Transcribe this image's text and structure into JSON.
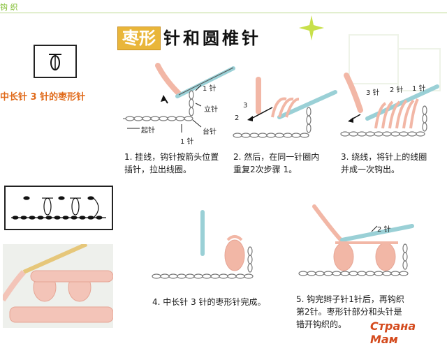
{
  "header": {
    "section_tag": "钩 织"
  },
  "title": {
    "highlight": "枣形",
    "rest": "针和圆椎针"
  },
  "subtitle": "中长针 3 针的枣形针",
  "labels": {
    "step1": {
      "one_stitch": "1 针",
      "stand": "立针",
      "start": "起针",
      "base": "台针",
      "one_stitch_b": "1 针"
    },
    "step2": {
      "three": "3",
      "two": "2"
    },
    "step3": {
      "three": "3 针",
      "two": "2 针",
      "one": "1 针"
    },
    "step5": {
      "two": "2 针"
    }
  },
  "steps": [
    {
      "line1": "1. 挂线，钩针按箭头位置",
      "line2": "插针，拉出线圈。"
    },
    {
      "line1": "2. 然后，在同一针圈内",
      "line2": "重复2次步骤 1。"
    },
    {
      "line1": "3. 绕线，将针上的线圈",
      "line2": "并成一次钩出。"
    },
    {
      "line1": "4. 中长针 3 针的枣形针完成。",
      "line2": ""
    },
    {
      "line1": "5. 钩完辫子针1针后，再钩织",
      "line2": "第2针。枣形针部分和头针是",
      "line3": "错开钩织的。"
    }
  ],
  "watermark": "Страна Мам",
  "colors": {
    "accent": "#e9b63a",
    "green": "#7dbb2a",
    "orange": "#e06a1a",
    "yarn": "#f2b7a6",
    "hook": "#9ad0d6"
  }
}
